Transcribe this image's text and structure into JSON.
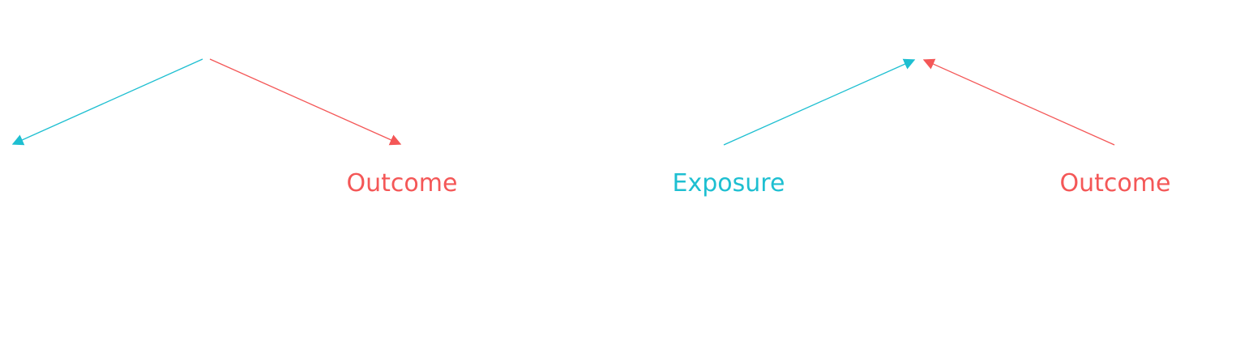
{
  "colors": {
    "exposure": "#1ebfd1",
    "outcome": "#f45757",
    "background": "#ffffff"
  },
  "diagrams": [
    {
      "kind": "fork",
      "nodes": {
        "left": "",
        "right": "Outcome"
      }
    },
    {
      "kind": "collider",
      "nodes": {
        "left": "Exposure",
        "right": "Outcome"
      }
    }
  ]
}
